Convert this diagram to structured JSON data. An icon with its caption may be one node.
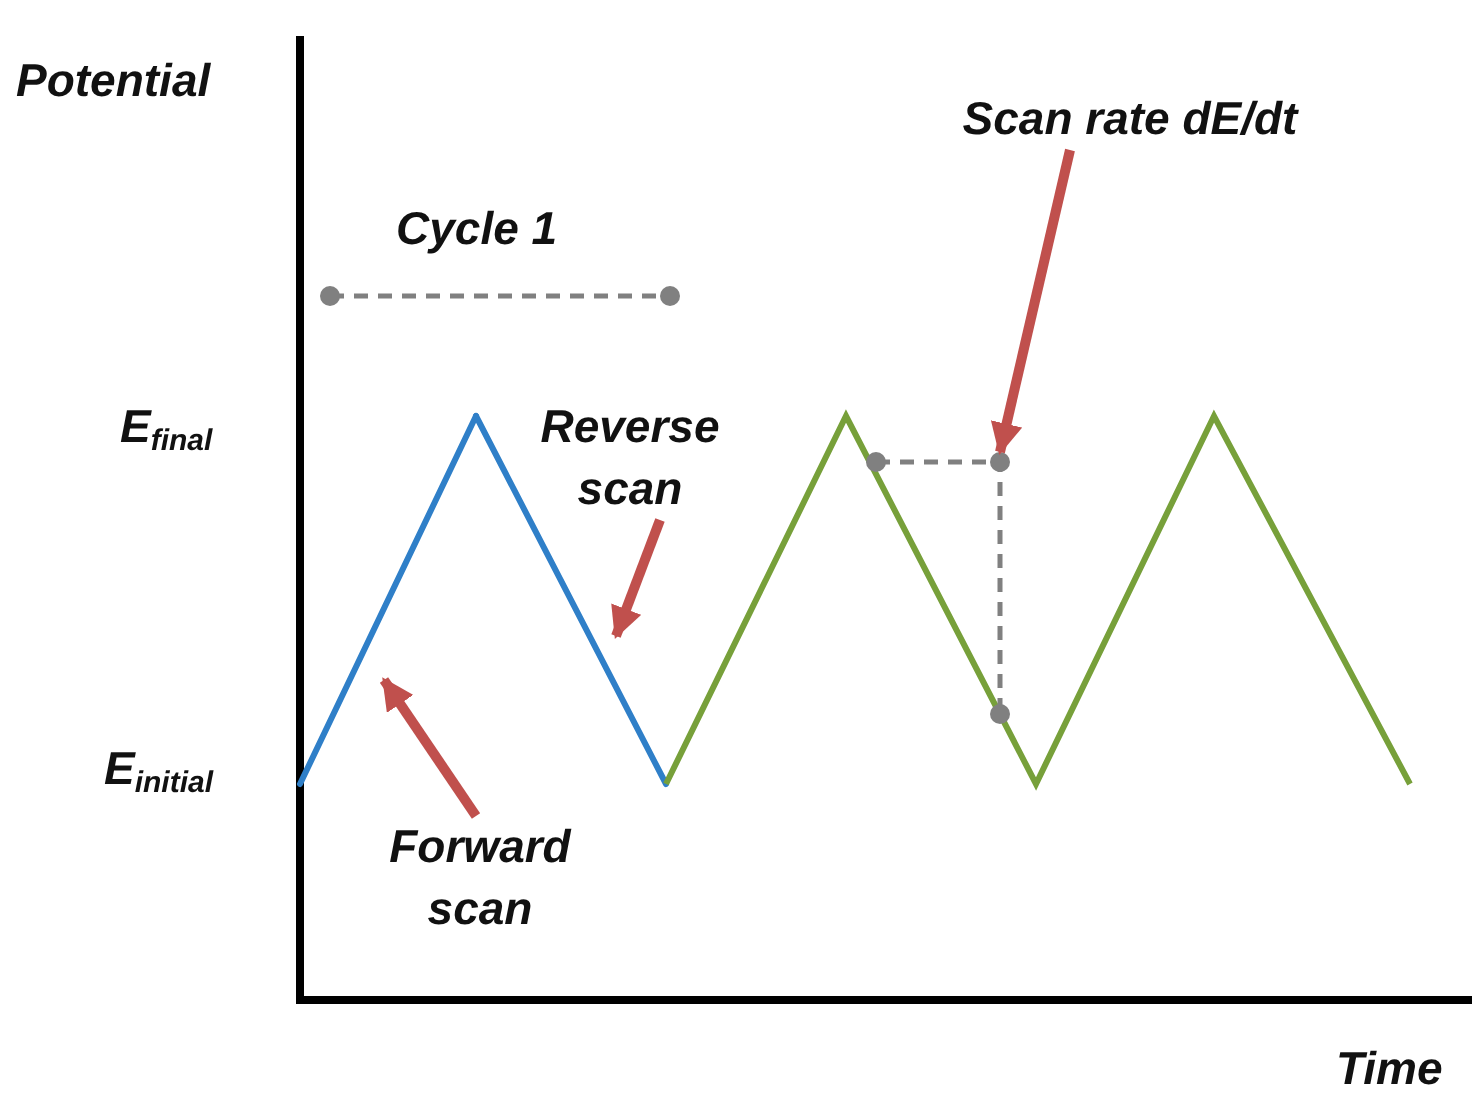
{
  "diagram": {
    "nodes": [
      {
        "text": [
          "Reverse scan"
        ]
      },
      {
        "text": [
          "Forward scan"
        ]
      },
      {
        "text": [
          "Scan rate dE/dt"
        ]
      },
      {
        "text": [],
        "shape": "line"
      },
      {
        "text": [],
        "shape": "line"
      },
      {
        "text": [],
        "shape": "line"
      }
    ],
    "edges": [
      {
        "from": 0,
        "to": 4,
        "arrow": "to"
      },
      {
        "from": 1,
        "to": 3,
        "arrow": "to"
      },
      {
        "from": 2,
        "to": 5,
        "arrow": "to"
      }
    ],
    "labels": [
      "Potential",
      "Cycle 1",
      "E$_{final}$",
      "E$_{initial}$",
      "Time"
    ]
  }
}
